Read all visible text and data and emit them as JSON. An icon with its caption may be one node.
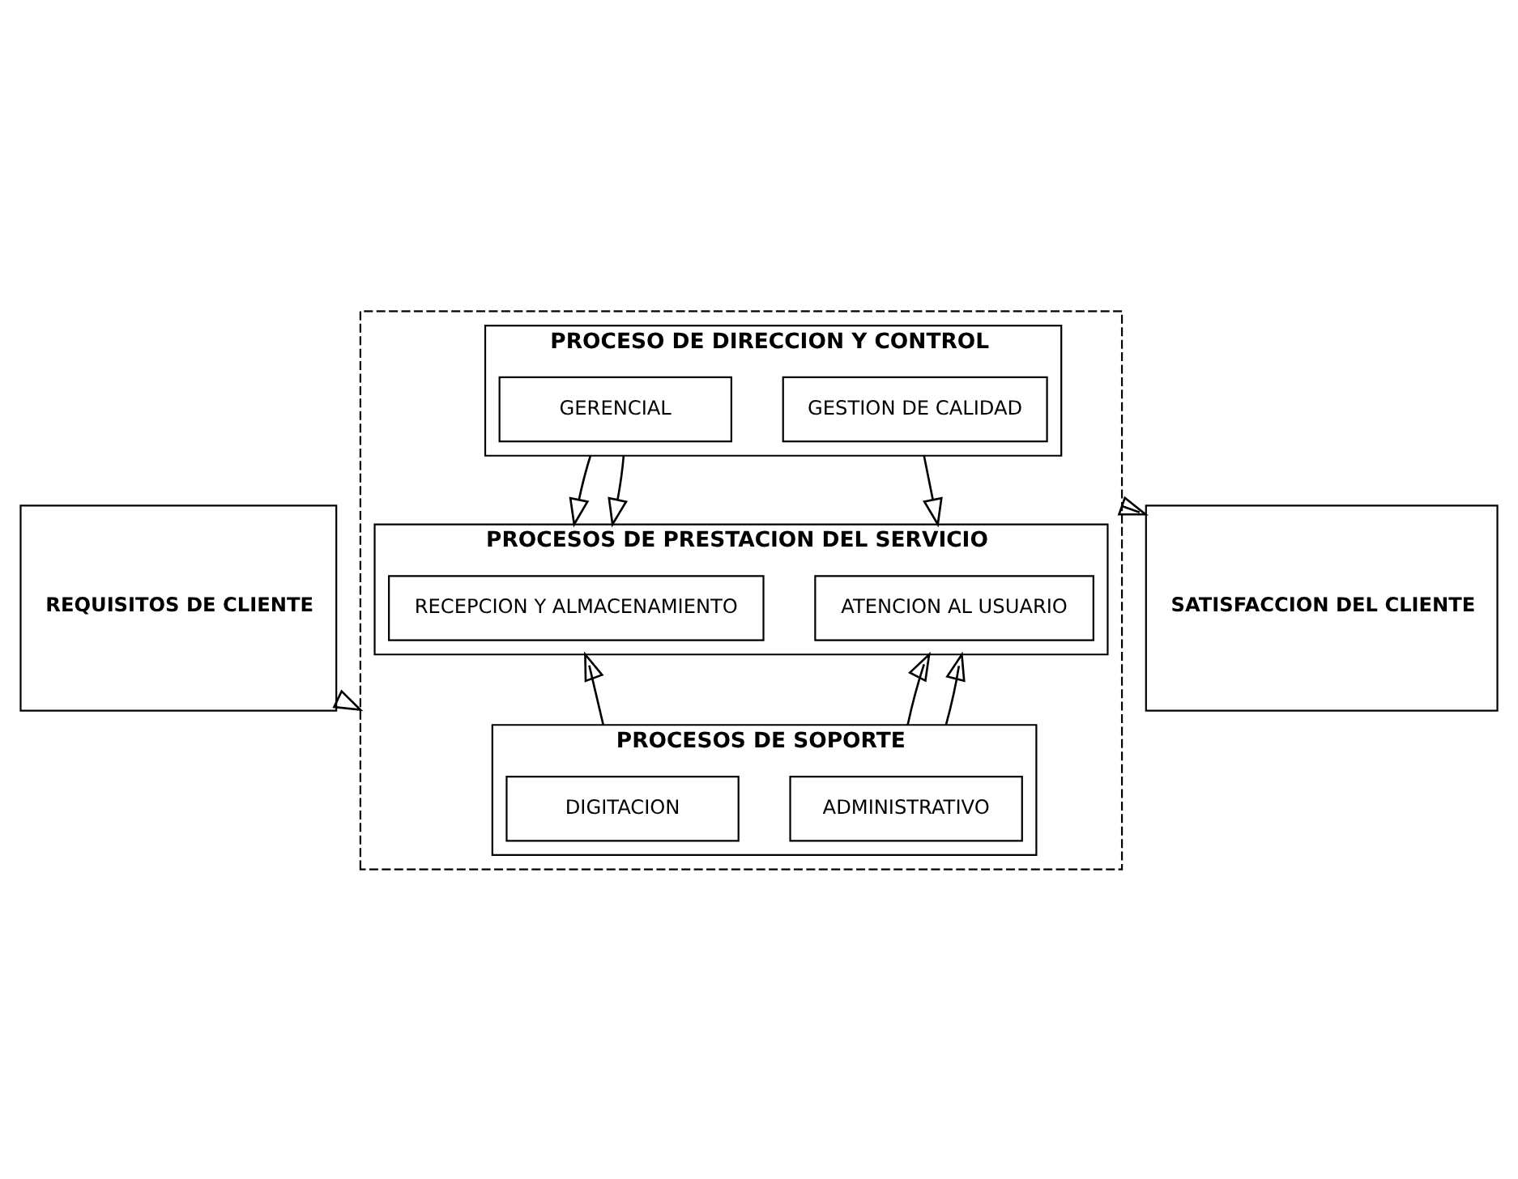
{
  "diagram": {
    "nodes": [
      {
        "text": [
          "REQUISITOS DE CLIENTE"
        ]
      },
      {
        "text": [],
        "shape": "box"
      },
      {
        "text": [
          "PROCESO DE DIRECCION Y CONTROL"
        ],
        "in": 1
      },
      {
        "text": [
          "GERENCIAL"
        ],
        "in": 2
      },
      {
        "text": [
          "GESTION DE CALIDAD"
        ],
        "in": 2
      },
      {
        "text": [
          "PROCESOS DE PRESTACION DEL SERVICIO"
        ],
        "in": 1
      },
      {
        "text": [
          "RECEPCION Y ALMACENAMIENTO"
        ],
        "in": 5
      },
      {
        "text": [
          "ATENCION AL USUARIO"
        ],
        "in": 5
      },
      {
        "text": [
          "PROCESOS DE SOPORTE"
        ],
        "in": 1
      },
      {
        "text": [
          "ADMINISTRATIVO"
        ],
        "in": 8
      },
      {
        "text": [
          "DIGITACION"
        ],
        "in": 8
      },
      {
        "text": [
          "SATISFACCION DEL CLIENTE"
        ]
      }
    ],
    "edges": [
      {
        "from": 0,
        "to": 1,
        "arrow": "to"
      },
      {
        "from": 2,
        "to": 5,
        "arrow": "to"
      },
      {
        "from": 2,
        "to": 5,
        "arrow": "to"
      },
      {
        "from": 2,
        "to": 5,
        "arrow": "to"
      },
      {
        "from": 8,
        "to": 5,
        "arrow": "to"
      },
      {
        "from": 8,
        "to": 5,
        "arrow": "to"
      },
      {
        "from": 8,
        "to": 5,
        "arrow": "to"
      },
      {
        "from": 1,
        "to": 11,
        "arrow": "to"
      }
    ]
  }
}
